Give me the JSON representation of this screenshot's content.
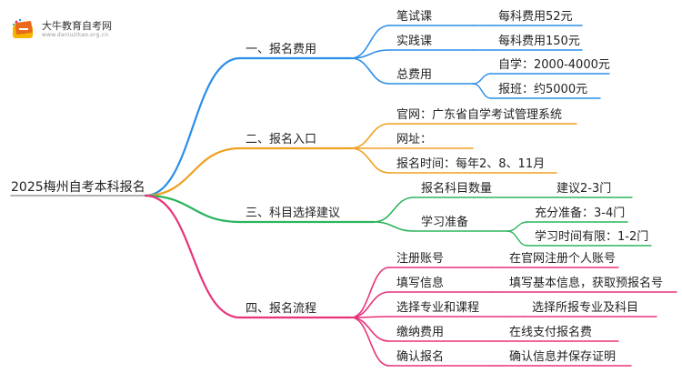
{
  "brand": {
    "name": "大牛教育自考网",
    "url": "www.daniuzikao.org.cn"
  },
  "colors": {
    "blue": "#2b8ee8",
    "orange": "#f0a020",
    "green": "#2bb55c",
    "pink": "#e8337a"
  },
  "root": "2025梅州自考本科报名",
  "branches": [
    {
      "label": "一、报名费用",
      "color": "blue",
      "children": [
        {
          "label": "笔试课",
          "value": "每科费用52元"
        },
        {
          "label": "实践课",
          "value": "每科费用150元"
        },
        {
          "label": "总费用",
          "subs": [
            "自学：2000-4000元",
            "报班：约5000元"
          ]
        }
      ]
    },
    {
      "label": "二、报名入口",
      "color": "orange",
      "children": [
        {
          "label": "官网：广东省自学考试管理系统"
        },
        {
          "label": "网址："
        },
        {
          "label": "报名时间：每年2、8、11月"
        }
      ]
    },
    {
      "label": "三、科目选择建议",
      "color": "green",
      "children": [
        {
          "label": "报名科目数量",
          "value": "建议2-3门"
        },
        {
          "label": "学习准备",
          "subs": [
            "充分准备：3-4门",
            "学习时间有限：1-2门"
          ]
        }
      ]
    },
    {
      "label": "四、报名流程",
      "color": "pink",
      "children": [
        {
          "label": "注册账号",
          "value": "在官网注册个人账号"
        },
        {
          "label": "填写信息",
          "value": "填写基本信息，获取预报名号"
        },
        {
          "label": "选择专业和课程",
          "value": "选择所报专业及科目"
        },
        {
          "label": "缴纳费用",
          "value": "在线支付报名费"
        },
        {
          "label": "确认报名",
          "value": "确认信息并保存证明"
        }
      ]
    }
  ]
}
